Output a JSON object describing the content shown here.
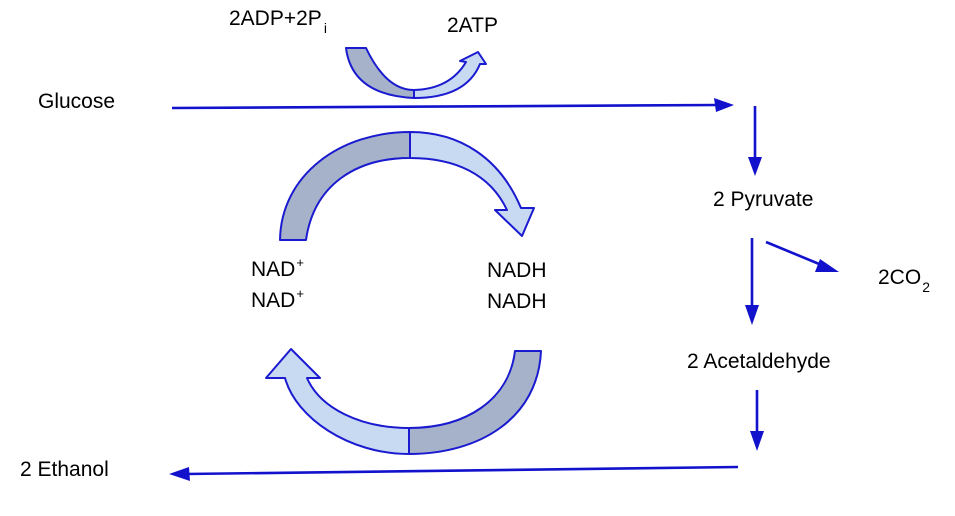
{
  "diagram": {
    "title": "",
    "colors": {
      "arrow": "#1212cc",
      "curve_outline": "#1a1ad0",
      "fill_light": "#c8d9f2",
      "fill_dark": "#a5b2c9"
    },
    "labels": {
      "glucose": "Glucose",
      "adp_main": "2ADP+2P",
      "adp_sub": "i",
      "atp": "2ATP",
      "pyruvate": "2 Pyruvate",
      "co2_main": "2CO",
      "co2_sub": "2",
      "acetaldehyde": "2 Acetaldehyde",
      "ethanol": "2 Ethanol",
      "nad_1_main": "NAD",
      "nad_1_sup": "+",
      "nad_2_main": "NAD",
      "nad_2_sup": "+",
      "nadh_1": "NADH",
      "nadh_2": "NADH"
    }
  }
}
